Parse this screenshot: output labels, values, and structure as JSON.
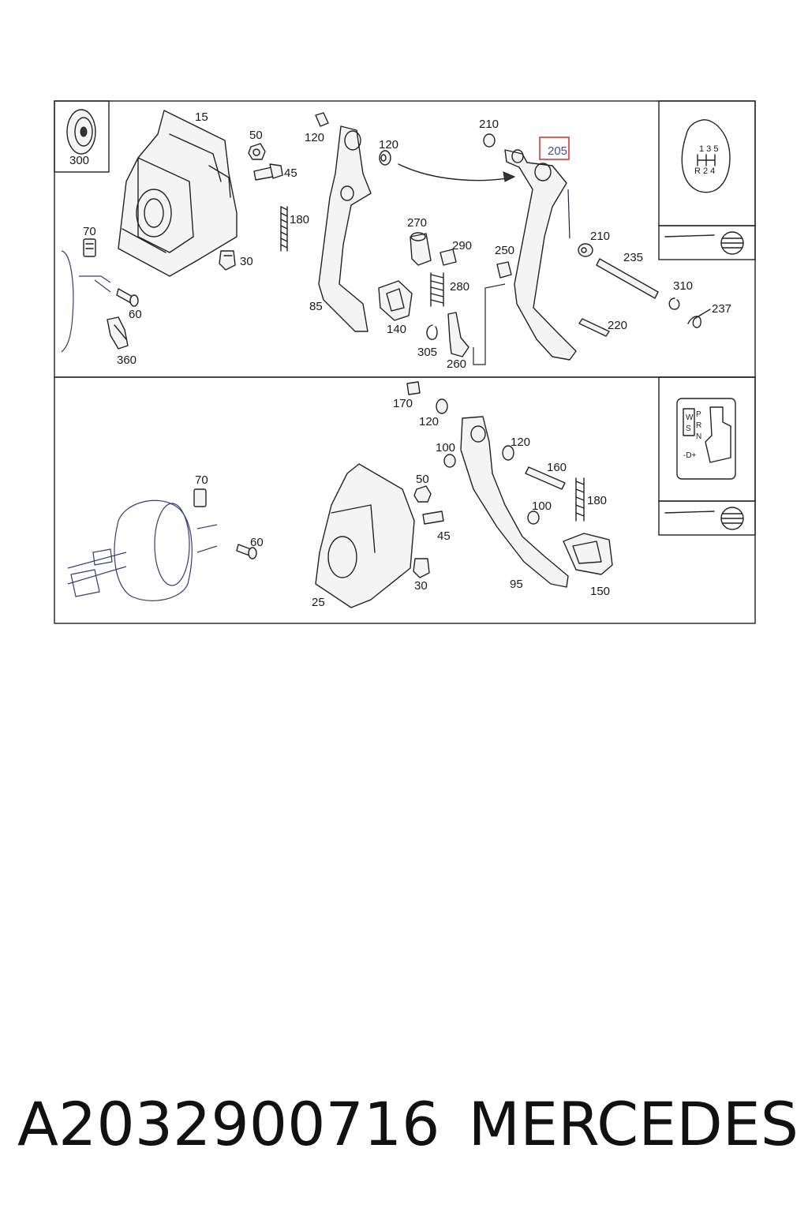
{
  "diagram": {
    "highlighted_part": "205",
    "upper_labels": [
      "15",
      "300",
      "50",
      "45",
      "120",
      "120",
      "210",
      "205",
      "70",
      "180",
      "270",
      "290",
      "30",
      "250",
      "210",
      "235",
      "280",
      "60",
      "85",
      "140",
      "310",
      "237",
      "220",
      "305",
      "260",
      "360"
    ],
    "lower_labels": [
      "170",
      "120",
      "120",
      "100",
      "70",
      "160",
      "50",
      "180",
      "100",
      "60",
      "45",
      "150",
      "95",
      "30",
      "25"
    ],
    "gear_pattern": {
      "top": "1 3 5",
      "bottom": "R 2 4"
    },
    "auto_gate": {
      "left": [
        "W",
        "S"
      ],
      "right": [
        "P",
        "R",
        "N"
      ],
      "bottom": "-D+"
    }
  },
  "footer": {
    "part_number": "A2032900716",
    "brand": "MERCEDES"
  }
}
